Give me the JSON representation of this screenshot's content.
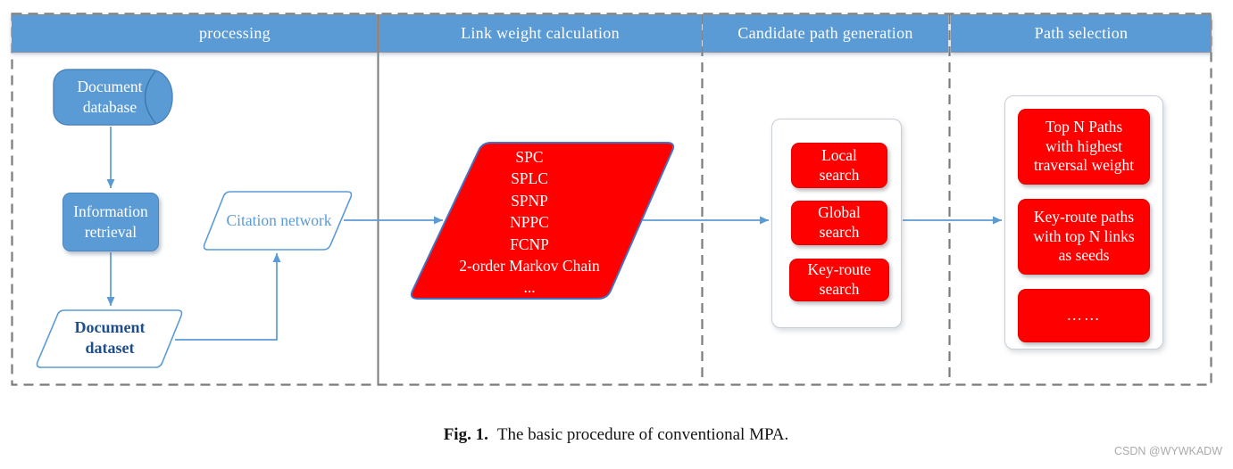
{
  "columns": [
    {
      "header": "processing"
    },
    {
      "header": "Link weight calculation"
    },
    {
      "header": "Candidate path generation"
    },
    {
      "header": "Path selection"
    }
  ],
  "processing": {
    "document_database": "Document\ndatabase",
    "information_retrieval": "Information\nretrieval",
    "document_dataset": "Document\ndataset",
    "citation_network": "Citation network"
  },
  "link_weight_calculation": {
    "methods": [
      "SPC",
      "SPLC",
      "SPNP",
      "NPPC",
      "FCNP",
      "2-order Markov Chain",
      "..."
    ]
  },
  "candidate_path_generation": {
    "items": [
      "Local\nsearch",
      "Global\nsearch",
      "Key-route\nsearch"
    ]
  },
  "path_selection": {
    "items": [
      "Top N Paths\nwith highest\ntraversal weight",
      "Key-route paths\nwith top N links\nas seeds",
      "……"
    ]
  },
  "caption": {
    "label": "Fig. 1.",
    "text": "The basic procedure of conventional MPA."
  },
  "watermark": "CSDN @WYWKADW",
  "colors": {
    "header_blue": "#5B9BD5",
    "box_red": "#FF0000",
    "arrow_blue": "#5B9BD5",
    "dark_blue_text": "#1F4E8C",
    "light_blue_text": "#5B9BD5",
    "dashed_border_gray": "#7B7B7B",
    "parallelogram_border_blue": "#4472C4"
  }
}
